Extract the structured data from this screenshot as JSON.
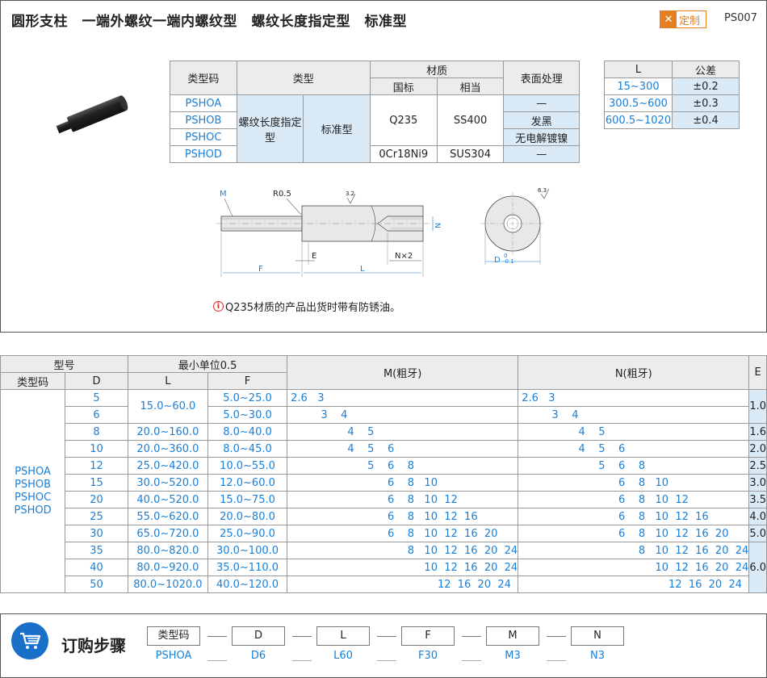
{
  "header": {
    "title": "圆形支柱　一端外螺纹一端内螺纹型　螺纹长度指定型　标准型",
    "custom_label": "定制",
    "code": "PS007"
  },
  "type_table": {
    "h_type_code": "类型码",
    "h_type": "类型",
    "h_material": "材质",
    "h_standard": "国标",
    "h_equivalent": "相当",
    "h_surface": "表面处理",
    "codes": [
      "PSHOA",
      "PSHOB",
      "PSHOC",
      "PSHOD"
    ],
    "type_1": "螺纹长度指定型",
    "type_2": "标准型",
    "mat_std_1": "Q235",
    "mat_eq_1": "SS400",
    "mat_std_2": "0Cr18Ni9",
    "mat_eq_2": "SUS304",
    "surfaces": [
      "—",
      "发黑",
      "无电解镀镍",
      "—"
    ]
  },
  "tol_table": {
    "h_l": "L",
    "h_tol": "公差",
    "rows": [
      {
        "l": "15~300",
        "tol": "±0.2"
      },
      {
        "l": "300.5~600",
        "tol": "±0.3"
      },
      {
        "l": "600.5~1020",
        "tol": "±0.4"
      }
    ]
  },
  "drawing": {
    "m": "M",
    "r": "R0.5",
    "rough1": "3.2",
    "rough2": "6.3",
    "n_dim": "N",
    "nx2": "N×2",
    "e": "E",
    "f": "F",
    "l": "L",
    "d": "D",
    "d_tol_top": "0",
    "d_tol_bot": "-0.1"
  },
  "note": "Q235材质的产品出货时带有防锈油。",
  "spec_table": {
    "h_model": "型号",
    "h_min_unit": "最小单位0.5",
    "h_m": "M(粗牙)",
    "h_n": "N(粗牙)",
    "h_e": "E",
    "h_type_code": "类型码",
    "h_d": "D",
    "h_l": "L",
    "h_f": "F",
    "codes": "PSHOA PSHOB PSHOC PSHOD",
    "rows": [
      {
        "d": "5",
        "l": "15.0~60.0",
        "f": "5.0~25.0",
        "m": "2.6   3",
        "n": "2.6   3",
        "e": "1.0"
      },
      {
        "d": "6",
        "l": "",
        "f": "5.0~30.0",
        "m": "         3    4",
        "n": "         3    4",
        "e": ""
      },
      {
        "d": "8",
        "l": "20.0~160.0",
        "f": "8.0~40.0",
        "m": "                 4    5",
        "n": "                 4    5",
        "e": "1.6"
      },
      {
        "d": "10",
        "l": "20.0~360.0",
        "f": "8.0~45.0",
        "m": "                 4    5    6",
        "n": "                 4    5    6",
        "e": "2.0"
      },
      {
        "d": "12",
        "l": "25.0~420.0",
        "f": "10.0~55.0",
        "m": "                       5    6    8",
        "n": "                       5    6    8",
        "e": "2.5"
      },
      {
        "d": "15",
        "l": "30.0~520.0",
        "f": "12.0~60.0",
        "m": "                             6    8   10",
        "n": "                             6    8   10",
        "e": "3.0"
      },
      {
        "d": "20",
        "l": "40.0~520.0",
        "f": "15.0~75.0",
        "m": "                             6    8   10  12",
        "n": "                             6    8   10  12",
        "e": "3.5"
      },
      {
        "d": "25",
        "l": "55.0~620.0",
        "f": "20.0~80.0",
        "m": "                             6    8   10  12  16",
        "n": "                             6    8   10  12  16",
        "e": "4.0"
      },
      {
        "d": "30",
        "l": "65.0~720.0",
        "f": "25.0~90.0",
        "m": "                             6    8   10  12  16  20",
        "n": "                             6    8   10  12  16  20",
        "e": "5.0"
      },
      {
        "d": "35",
        "l": "80.0~820.0",
        "f": "30.0~100.0",
        "m": "                                   8   10  12  16  20  24",
        "n": "                                   8   10  12  16  20  24",
        "e": "6.0"
      },
      {
        "d": "40",
        "l": "80.0~920.0",
        "f": "35.0~110.0",
        "m": "                                        10  12  16  20  24",
        "n": "                                        10  12  16  20  24",
        "e": ""
      },
      {
        "d": "50",
        "l": "80.0~1020.0",
        "f": "40.0~120.0",
        "m": "                                            12  16  20  24",
        "n": "                                            12  16  20  24",
        "e": ""
      }
    ]
  },
  "order": {
    "title": "订购步骤",
    "steps": [
      {
        "label": "类型码",
        "value": "PSHOA"
      },
      {
        "label": "D",
        "value": "D6"
      },
      {
        "label": "L",
        "value": "L60"
      },
      {
        "label": "F",
        "value": "F30"
      },
      {
        "label": "M",
        "value": "M3"
      },
      {
        "label": "N",
        "value": "N3"
      }
    ]
  }
}
